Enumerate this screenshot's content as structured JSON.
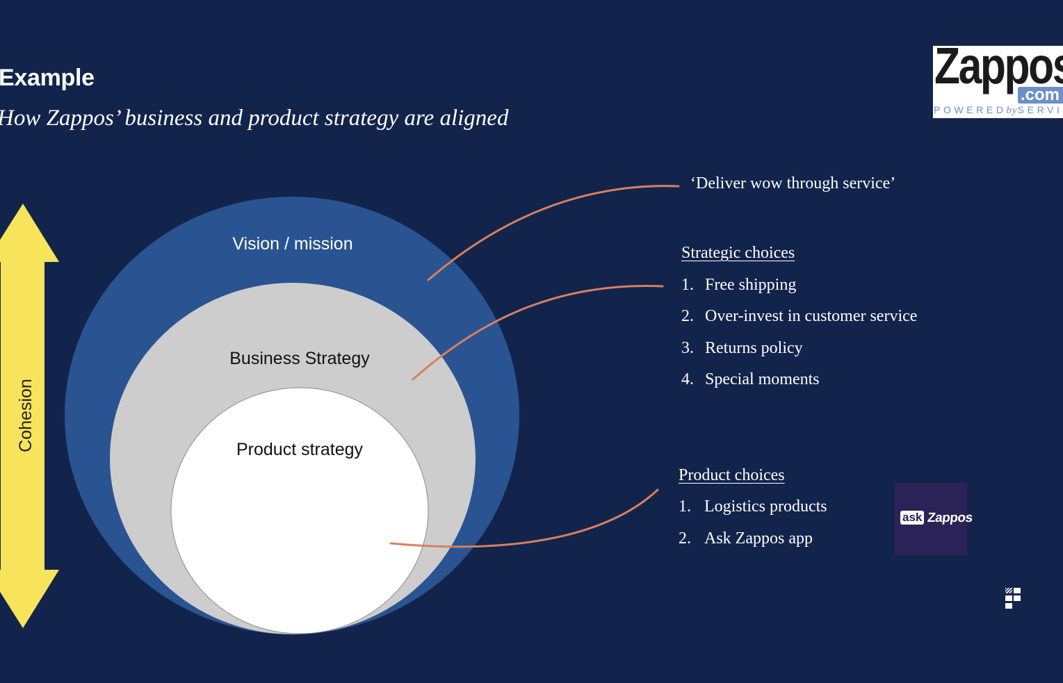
{
  "slide": {
    "title": "Example",
    "subtitle": "How Zappos’ business and product strategy are aligned"
  },
  "diagram": {
    "axis_label": "Cohesion",
    "circles": [
      {
        "label": "Vision / mission",
        "color": "#2a5391",
        "text_color": "#ffffff"
      },
      {
        "label": "Business Strategy",
        "color": "#cdcdcd",
        "text_color": "#111111"
      },
      {
        "label": "Product strategy",
        "color": "#ffffff",
        "text_color": "#111111"
      }
    ],
    "arrow_color": "#f7e45a",
    "connector_color": "#d9805e"
  },
  "annotations": {
    "vision_quote": "‘Deliver wow through service’",
    "strategic": {
      "heading": "Strategic choices",
      "items": [
        {
          "num": "1.",
          "text": "Free shipping"
        },
        {
          "num": "2.",
          "text": "Over-invest in customer service"
        },
        {
          "num": "3.",
          "text": "Returns policy"
        },
        {
          "num": "4.",
          "text": "Special moments"
        }
      ]
    },
    "product": {
      "heading": "Product choices",
      "items": [
        {
          "num": "1.",
          "text": "Logistics products"
        },
        {
          "num": "2.",
          "text": "Ask Zappos app"
        }
      ]
    }
  },
  "logos": {
    "zappos": {
      "word": "Zappos",
      "com": ".com",
      "tagline_a": "POWERED",
      "tagline_b": "by",
      "tagline_c": "SERVICE"
    },
    "ask_zappos": {
      "ask": "ask",
      "zappos": "Zappos"
    }
  }
}
